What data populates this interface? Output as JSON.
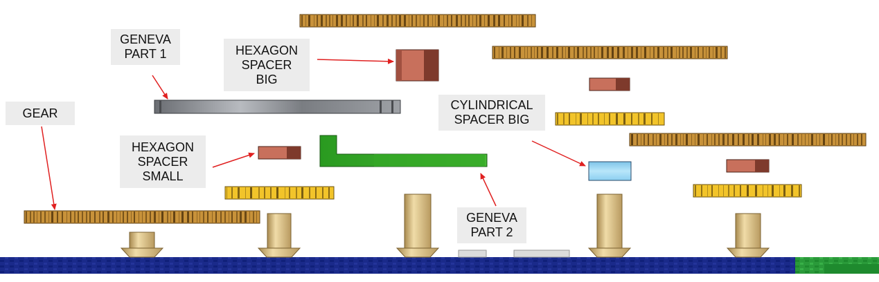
{
  "labels": {
    "geneva_part_1": [
      "GENEVA",
      "PART 1"
    ],
    "hexagon_spacer_big": [
      "HEXAGON",
      "SPACER",
      "BIG"
    ],
    "gear": [
      "GEAR"
    ],
    "cylindrical_spacer_big": [
      "CYLINDRICAL",
      "SPACER BIG"
    ],
    "hexagon_spacer_small": [
      "HEXAGON",
      "SPACER",
      "SMALL"
    ],
    "geneva_part_2": [
      "GENEVA",
      "PART 2"
    ]
  },
  "colors": {
    "gear_brown": "#c8923a",
    "gear_dark": "#5c3d10",
    "yellow_part": "#f2c42a",
    "hexagon_red": "#c8705c",
    "hexagon_dark": "#7e3a2c",
    "geneva_grey": "#8a8d92",
    "geneva_green": "#3aa82a",
    "cylinder_blue": "#98d6f2",
    "post_tan": "#dcc48c",
    "base_blue": "#1a2a8a",
    "base_green": "#2a9a3a",
    "arrow_red": "#e02020",
    "label_bg": "#ececec"
  }
}
